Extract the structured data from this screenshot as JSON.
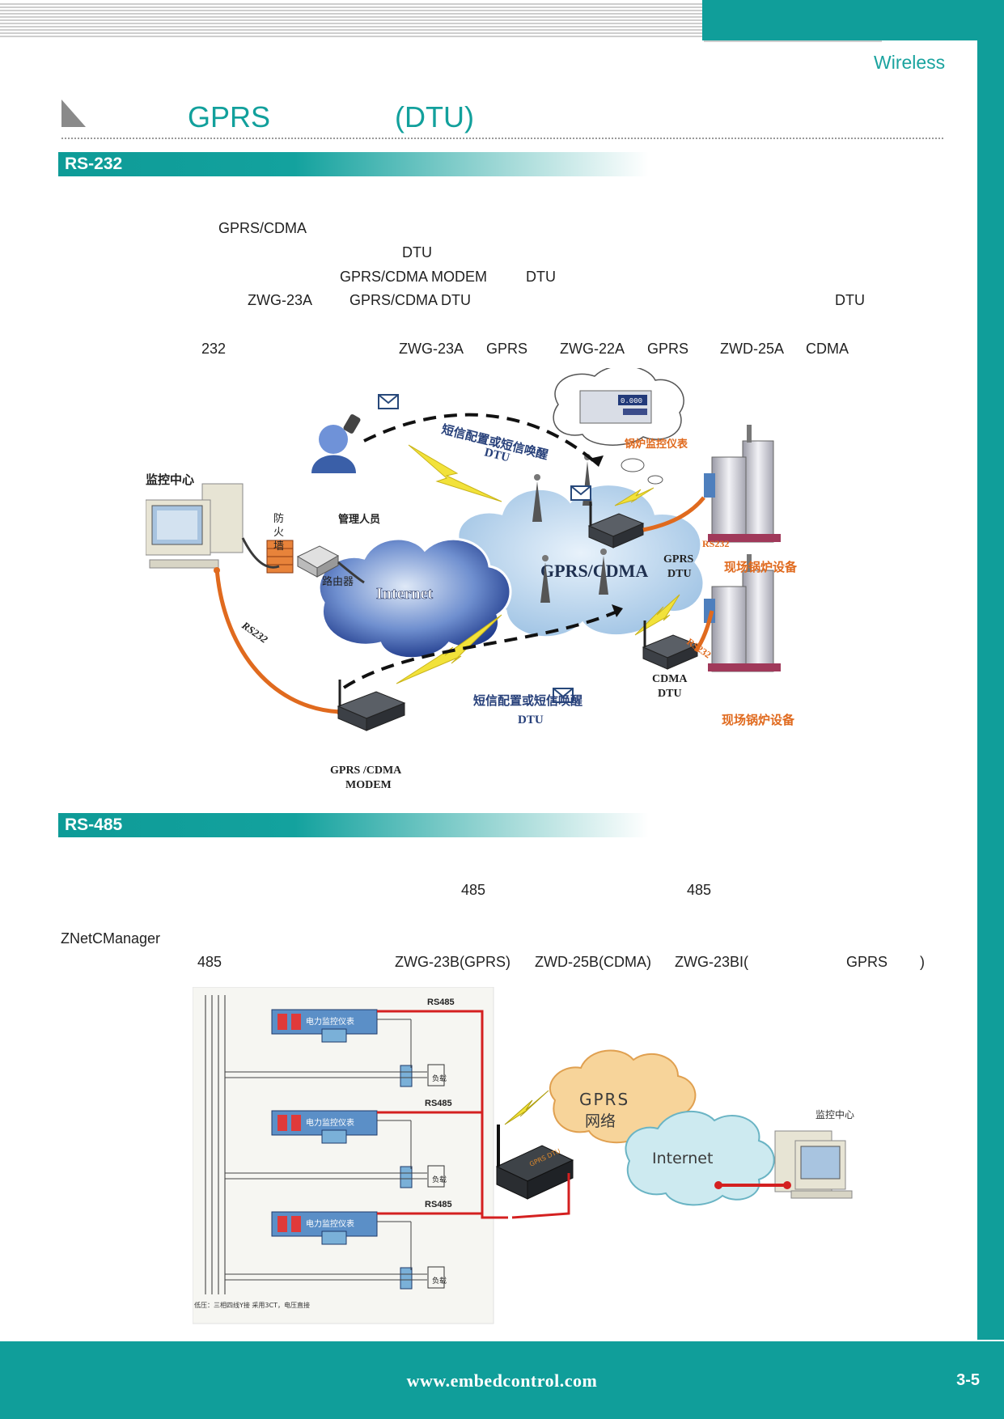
{
  "header": {
    "brand": "Wireless"
  },
  "title": {
    "part1": "GPRS",
    "part2": "(DTU)"
  },
  "section1": {
    "heading": "RS-232",
    "text": {
      "l1": "GPRS/CDMA",
      "l2": "DTU",
      "l3a": "GPRS/CDMA MODEM",
      "l3b": "DTU",
      "l4a": "ZWG-23A",
      "l4b": "GPRS/CDMA DTU",
      "l4c": "DTU",
      "l5a": "232",
      "l5b": "ZWG-23A",
      "l5c": "GPRS",
      "l5d": "ZWG-22A",
      "l5e": "GPRS",
      "l5f": "ZWD-25A",
      "l5g": "CDMA"
    },
    "diagram": {
      "monitor_center": "监控中心",
      "firewall": "防火墙",
      "router": "路由器",
      "admin": "管理人员",
      "internet": "Internet",
      "cloud": "GPRS/CDMA",
      "sms_top": "短信配置或短信唤醒",
      "sms_top_dtu": "DTU",
      "sms_bottom": "短信配置或短信唤醒",
      "sms_bottom_dtu": "DTU",
      "boiler_meter": "锅炉监控仪表",
      "meter_reading": "0.000",
      "gprs_dtu_1": "GPRS",
      "gprs_dtu_2": "DTU",
      "cdma_dtu_1": "CDMA",
      "cdma_dtu_2": "DTU",
      "boiler_1": "现场锅炉设备",
      "boiler_2": "现场锅炉设备",
      "rs232_a": "RS232",
      "rs232_b": "RS232",
      "rs232_c": "RS232",
      "modem_1": "GPRS /CDMA",
      "modem_2": "MODEM"
    }
  },
  "section2": {
    "heading": "RS-485",
    "text": {
      "a1": "485",
      "a2": "485",
      "b1": "ZNetCManager",
      "c1": "485",
      "c2": "ZWG-23B(GPRS)",
      "c3": "ZWD-25B(CDMA)",
      "c4": "ZWG-23BI(",
      "c5": "GPRS",
      "c6": ")"
    },
    "diagram": {
      "rs485_1": "RS485",
      "rs485_2": "RS485",
      "rs485_3": "RS485",
      "meter_label": "电力监控仪表",
      "load": "负载",
      "gprs": "GPRS",
      "network": "网络",
      "internet": "Internet",
      "monitor_center": "监控中心",
      "device": "GPRS DTU",
      "footnote": "低压：三相四线Y接 采用3CT，电压直接"
    }
  },
  "footer": {
    "url": "www.embedcontrol.com",
    "page": "3-5"
  },
  "colors": {
    "teal": "#109e9a",
    "title": "#12a09c",
    "orange": "#e06a1e",
    "red": "#d42020"
  }
}
